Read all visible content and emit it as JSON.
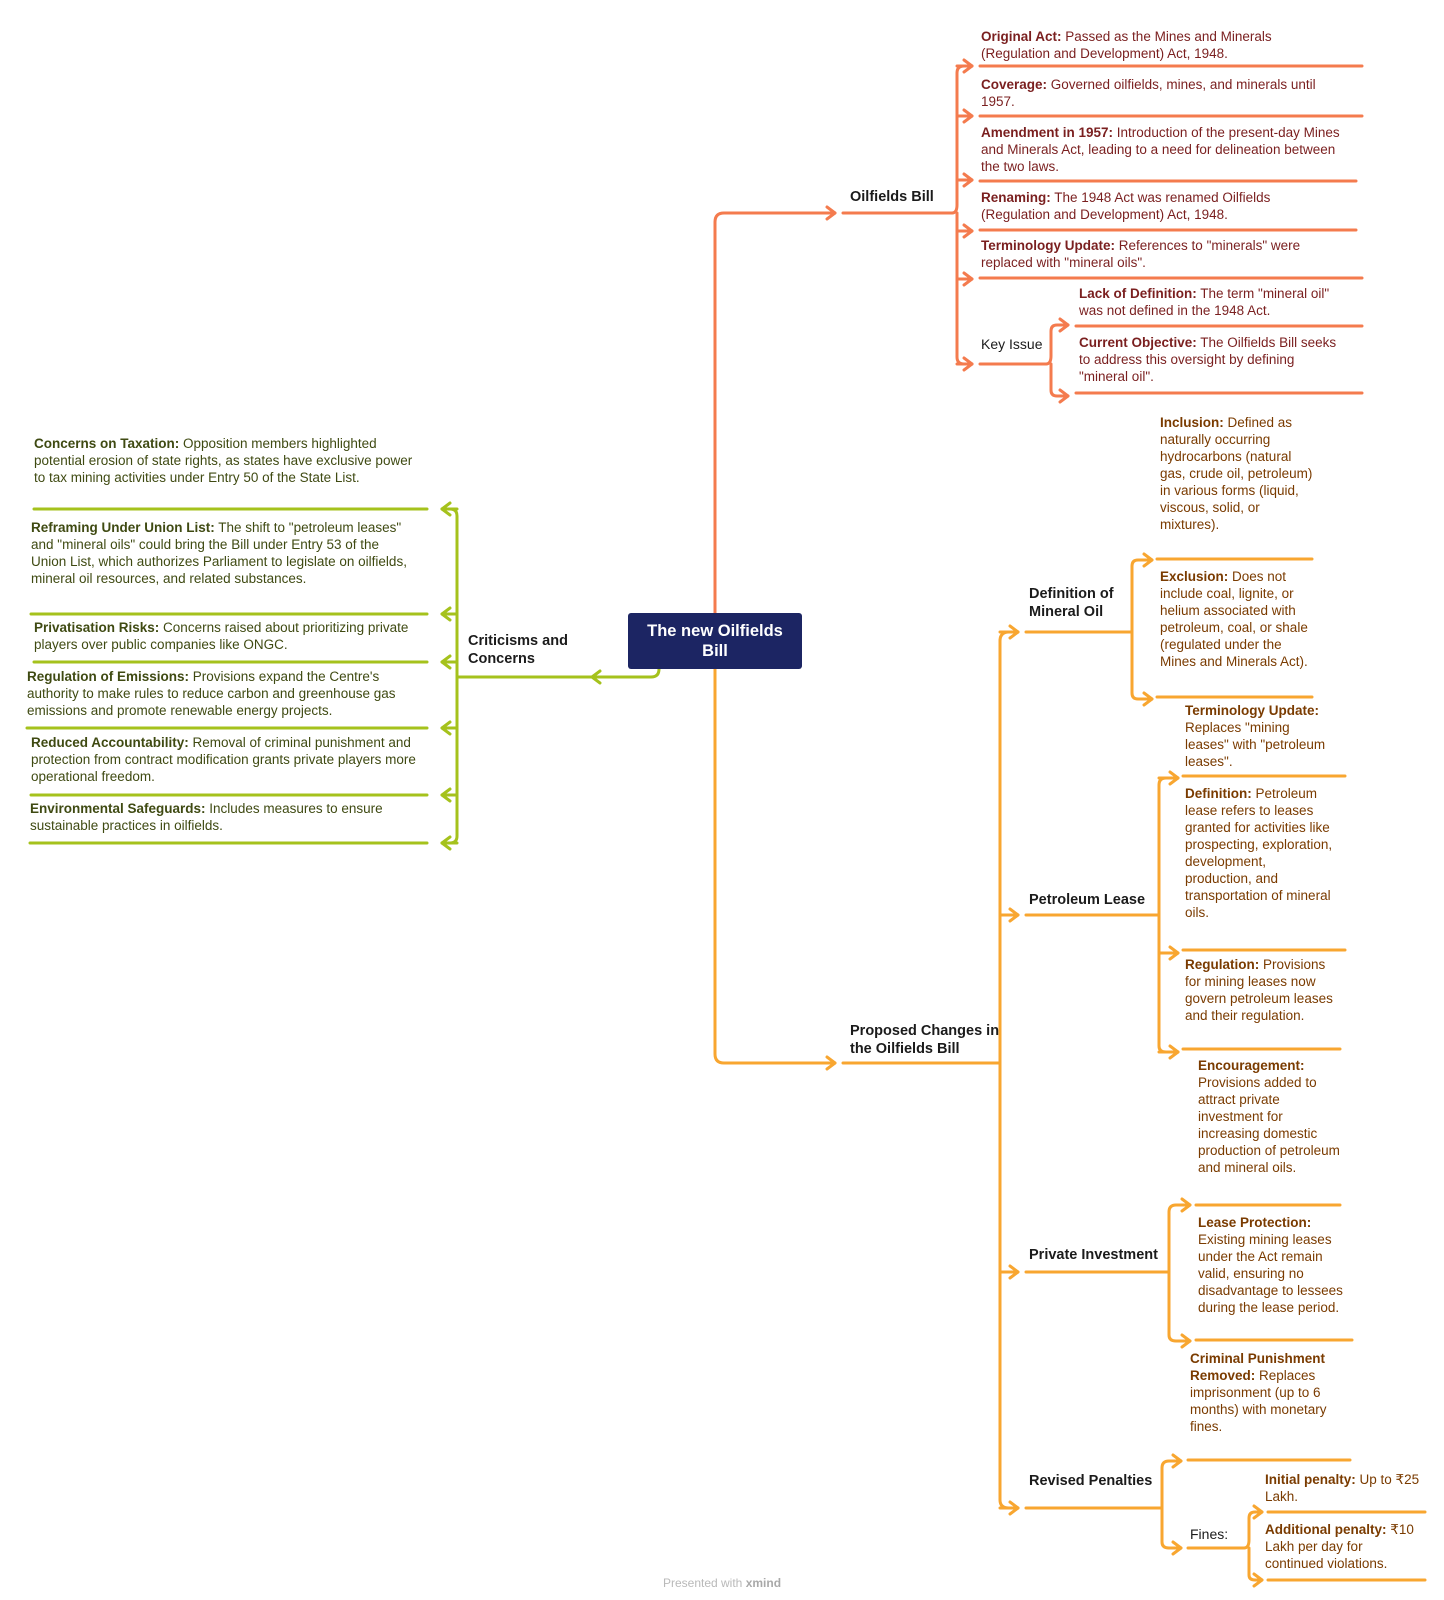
{
  "central": "The new Oilfields Bill",
  "oilfields_bill": {
    "label": "Oilfields Bill",
    "items": [
      {
        "head": "Original Act:",
        "text": " Passed as the Mines and Minerals (Regulation and Development) Act, 1948."
      },
      {
        "head": "Coverage:",
        "text": " Governed oilfields, mines, and minerals until 1957."
      },
      {
        "head": "Amendment in 1957:",
        "text": " Introduction of the present-day Mines and Minerals Act, leading to a need for delineation between the two laws."
      },
      {
        "head": "Renaming:",
        "text": " The 1948 Act was renamed Oilfields (Regulation and Development) Act, 1948."
      },
      {
        "head": "Terminology Update:",
        "text": " References to \"minerals\" were replaced with \"mineral oils\"."
      }
    ],
    "key_issue": {
      "label": "Key Issue",
      "items": [
        {
          "head": "Lack of Definition:",
          "text": " The term \"mineral oil\" was not defined in the 1948 Act."
        },
        {
          "head": "Current Objective:",
          "text": " The Oilfields Bill seeks to address this oversight by defining \"mineral oil\"."
        }
      ]
    }
  },
  "proposed_changes": {
    "label": "Proposed Changes in the Oilfields Bill",
    "definition": {
      "label": "Definition of Mineral Oil",
      "items": [
        {
          "head": "Inclusion:",
          "text": " Defined as naturally occurring hydrocarbons (natural gas, crude oil, petroleum) in various forms (liquid, viscous, solid, or mixtures)."
        },
        {
          "head": "Exclusion:",
          "text": " Does not include coal, lignite, or helium associated with petroleum, coal, or shale (regulated under the Mines and Minerals Act)."
        }
      ]
    },
    "petroleum_lease": {
      "label": "Petroleum Lease",
      "items": [
        {
          "head": "Terminology Update:",
          "text": " Replaces \"mining leases\" with \"petroleum leases\"."
        },
        {
          "head": "Definition:",
          "text": " Petroleum lease refers to leases granted for activities like prospecting, exploration, development, production, and transportation of mineral oils."
        },
        {
          "head": "Regulation:",
          "text": " Provisions for mining leases now govern petroleum leases and their regulation."
        }
      ]
    },
    "private_investment": {
      "label": "Private Investment",
      "items": [
        {
          "head": "Encouragement:",
          "text": " Provisions added to attract private investment for increasing domestic production of petroleum and mineral oils."
        },
        {
          "head": "Lease Protection:",
          "text": " Existing mining leases under the Act remain valid, ensuring no disadvantage to lessees during the lease period."
        }
      ]
    },
    "revised_penalties": {
      "label": "Revised Penalties",
      "items": [
        {
          "head": "Criminal Punishment Removed:",
          "text": " Replaces imprisonment (up to 6 months) with monetary fines."
        }
      ],
      "fines": {
        "label": "Fines:",
        "items": [
          {
            "head": "Initial penalty:",
            "text": " Up to ₹25 Lakh."
          },
          {
            "head": "Additional penalty:",
            "text": " ₹10 Lakh per day for continued violations."
          }
        ]
      }
    }
  },
  "criticisms": {
    "label": "Criticisms and Concerns",
    "items": [
      {
        "head": "Concerns on Taxation:",
        "text": " Opposition members highlighted potential erosion of state rights, as states have exclusive power to tax mining activities under Entry 50 of the State List."
      },
      {
        "head": "Reframing Under Union List:",
        "text": " The shift to \"petroleum leases\" and \"mineral oils\" could bring the Bill under Entry 53 of the Union List, which authorizes Parliament to legislate on oilfields, mineral oil resources, and related substances."
      },
      {
        "head": "Privatisation Risks:",
        "text": " Concerns raised about prioritizing private players over public companies like ONGC."
      },
      {
        "head": "Regulation of Emissions:",
        "text": " Provisions expand the Centre's authority to make rules to reduce carbon and greenhouse gas emissions and promote renewable energy projects."
      },
      {
        "head": "Reduced Accountability:",
        "text": " Removal of criminal punishment and protection from contract modification grants private players more operational freedom."
      },
      {
        "head": "Environmental Safeguards:",
        "text": " Includes measures to ensure sustainable practices in oilfields."
      }
    ]
  },
  "colors": {
    "oilfields": "#f47b4e",
    "proposed": "#f8a630",
    "criticisms": "#a5c21c",
    "central": "#1c2563"
  },
  "footer": {
    "pre": "Presented with ",
    "brand": "xmind"
  }
}
